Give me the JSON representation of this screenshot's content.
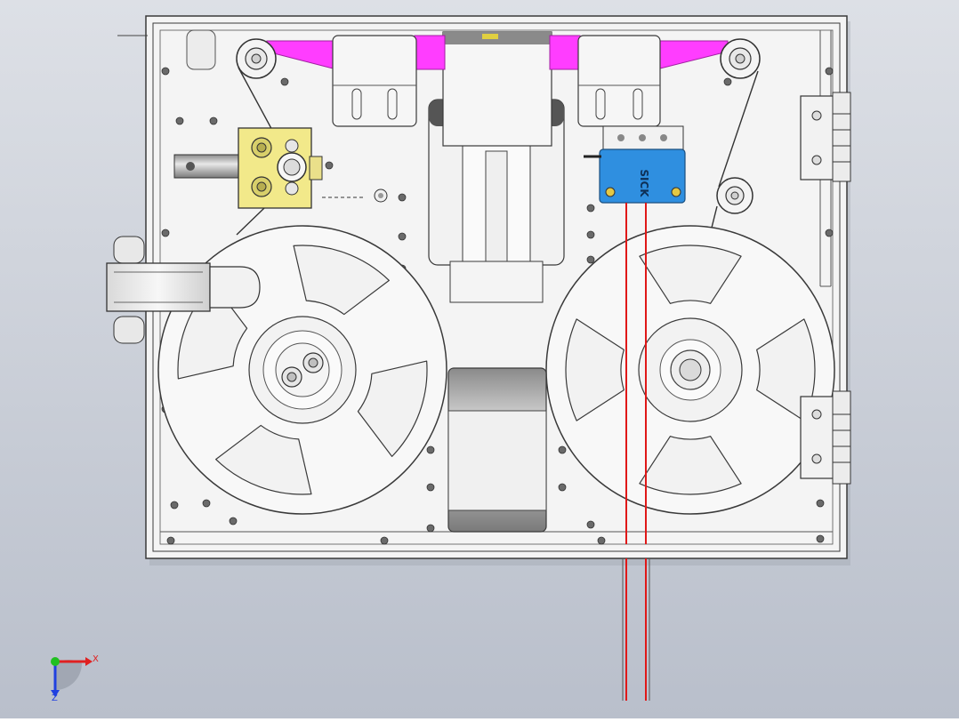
{
  "scene": {
    "background_top": "#dde0e6",
    "background_bottom": "#b9bfcb",
    "frame_fill": "#f4f4f4",
    "line_color": "#3a3a3a",
    "belt_color": "#ff3dff",
    "bracket_color": "#f2e98a",
    "sensor_color": "#2f8fe0",
    "wire_color": "#e01818",
    "sensor_label": "SICK"
  },
  "triad": {
    "x_label": "X",
    "z_label": "Z",
    "x_color": "#e02020",
    "y_color": "#20c020",
    "z_color": "#2040e0"
  },
  "parts": {
    "left_reel_hub_holes": 2,
    "right_reel_spokes": 4,
    "left_reel_spokes": 4
  }
}
